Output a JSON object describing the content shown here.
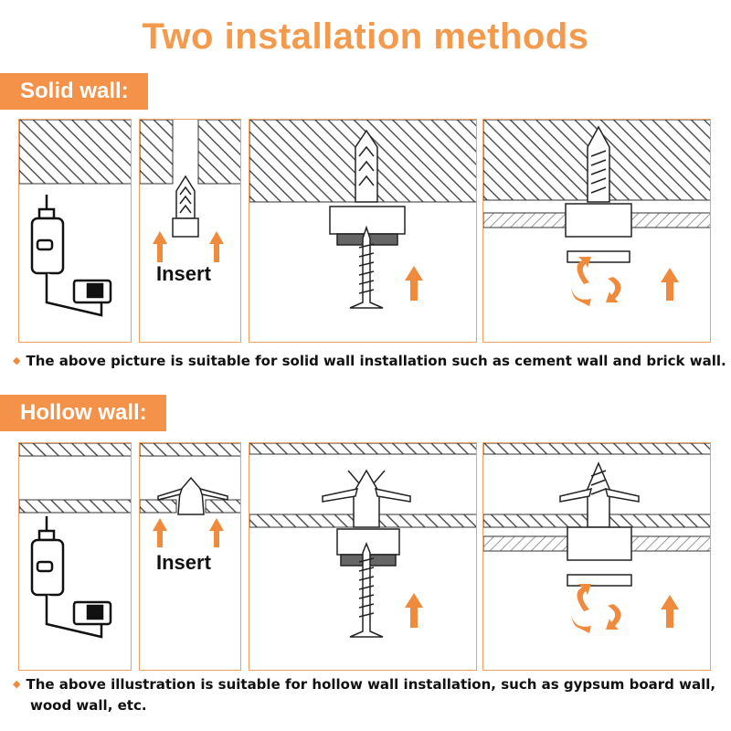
{
  "title": "Two installation methods",
  "solid": {
    "label": "Solid wall:",
    "insert_label": "Insert",
    "note": "The above picture is suitable for solid wall installation such as cement wall and brick wall."
  },
  "hollow": {
    "label": "Hollow wall:",
    "insert_label": "Insert",
    "note_line1": "The above illustration is suitable for hollow wall installation, such as gypsum board wall,",
    "note_line2": "wood wall, etc."
  },
  "colors": {
    "accent": "#f4924a",
    "panel_border": "#f0a060",
    "arrow": "#f08a3c"
  }
}
